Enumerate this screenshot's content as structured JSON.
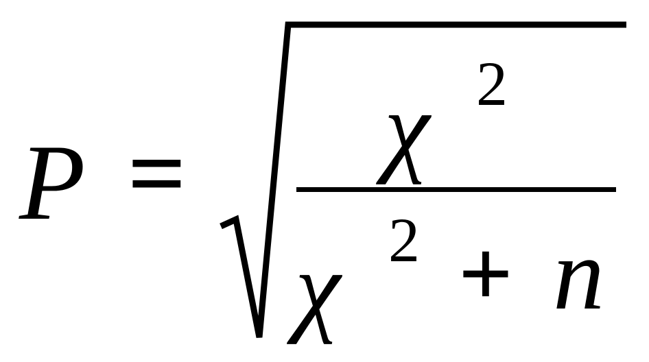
{
  "formula": {
    "lhs": "P",
    "equals": "=",
    "numerator": {
      "base": "χ",
      "exponent": "2"
    },
    "denominator": {
      "base": "χ",
      "exponent": "2",
      "operator": "+",
      "term": "n"
    }
  }
}
